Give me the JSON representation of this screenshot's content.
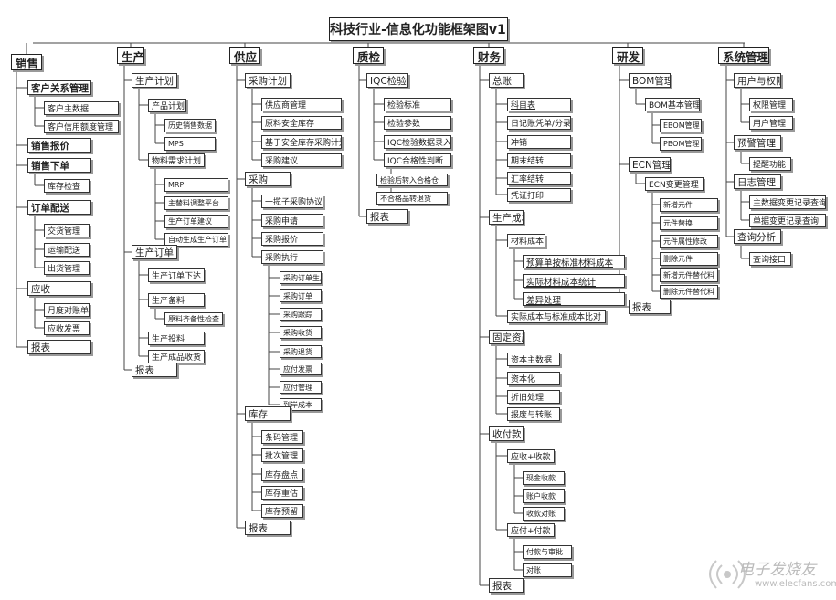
{
  "title": "高科技行业-信息化功能框架图v1.0",
  "columns": [
    {
      "label": "销售",
      "children": [
        {
          "label": "客户关系管理",
          "children": [
            {
              "label": "客户主数据"
            },
            {
              "label": "客户信用额度管理"
            }
          ]
        },
        {
          "label": "销售报价"
        },
        {
          "label": "销售下单",
          "children": [
            {
              "label": "库存检查"
            }
          ]
        },
        {
          "label": "订单配送",
          "children": [
            {
              "label": "交货管理"
            },
            {
              "label": "运输配送"
            },
            {
              "label": "出货管理"
            }
          ]
        },
        {
          "label": "应收",
          "children": [
            {
              "label": "月度对账单"
            },
            {
              "label": "应收发票"
            }
          ]
        },
        {
          "label": "报表"
        }
      ]
    },
    {
      "label": "生产",
      "children": [
        {
          "label": "生产计划",
          "children": [
            {
              "label": "产品计划",
              "children": [
                {
                  "label": "历史销售数据"
                },
                {
                  "label": "MPS"
                }
              ]
            },
            {
              "label": "物料需求计划",
              "children": [
                {
                  "label": "MRP"
                },
                {
                  "label": "主替料调整平台"
                },
                {
                  "label": "生产订单建议"
                },
                {
                  "label": "自动生成生产订单"
                }
              ]
            }
          ]
        },
        {
          "label": "生产订单",
          "children": [
            {
              "label": "生产订单下达"
            },
            {
              "label": "生产备料",
              "children": [
                {
                  "label": "原料齐备性检查"
                }
              ]
            },
            {
              "label": "生产投料"
            },
            {
              "label": "生产成品收货"
            }
          ]
        },
        {
          "label": "报表"
        }
      ]
    },
    {
      "label": "供应",
      "children": [
        {
          "label": "采购计划",
          "children": [
            {
              "label": "供应商管理"
            },
            {
              "label": "原料安全库存"
            },
            {
              "label": "基于安全库存采购计划"
            },
            {
              "label": "采购建议"
            }
          ]
        },
        {
          "label": "采购",
          "children": [
            {
              "label": "一揽子采购协议"
            },
            {
              "label": "采购申请"
            },
            {
              "label": "采购报价"
            },
            {
              "label": "采购执行",
              "children": [
                {
                  "label": "采购订单生成向导"
                },
                {
                  "label": "采购订单"
                },
                {
                  "label": "采购跟踪"
                },
                {
                  "label": "采购收货"
                },
                {
                  "label": "采购退货"
                },
                {
                  "label": "应付发票"
                },
                {
                  "label": "应付管理"
                },
                {
                  "label": "到岸成本"
                }
              ]
            }
          ]
        },
        {
          "label": "库存",
          "children": [
            {
              "label": "条码管理"
            },
            {
              "label": "批次管理"
            },
            {
              "label": "库存盘点"
            },
            {
              "label": "库存重估"
            },
            {
              "label": "库存预留"
            }
          ]
        },
        {
          "label": "报表"
        }
      ]
    },
    {
      "label": "质检",
      "children": [
        {
          "label": "IQC检验",
          "children": [
            {
              "label": "检验标准"
            },
            {
              "label": "检验参数"
            },
            {
              "label": "IQC检验数据录入"
            },
            {
              "label": "IQC合格性判断",
              "children": [
                {
                  "label": "检验后转入合格仓"
                },
                {
                  "label": "不合格品转退货"
                }
              ]
            }
          ]
        },
        {
          "label": "报表"
        }
      ]
    },
    {
      "label": "财务",
      "children": [
        {
          "label": "总账",
          "children": [
            {
              "label": "科目表"
            },
            {
              "label": "日记账凭单/分录"
            },
            {
              "label": "冲销"
            },
            {
              "label": "期末结转"
            },
            {
              "label": "汇率结转"
            },
            {
              "label": "凭证打印"
            }
          ]
        },
        {
          "label": "生产成本",
          "children": [
            {
              "label": "材料成本",
              "children": [
                {
                  "label": "预算单按标准材料成本"
                },
                {
                  "label": "实际材料成本统计"
                },
                {
                  "label": "差异处理"
                }
              ]
            },
            {
              "label": "实际成本与标准成本比对"
            }
          ]
        },
        {
          "label": "固定资产",
          "children": [
            {
              "label": "资本主数据"
            },
            {
              "label": "资本化"
            },
            {
              "label": "折旧处理"
            },
            {
              "label": "报废与转账"
            }
          ]
        },
        {
          "label": "收付款",
          "children": [
            {
              "label": "应收+收款",
              "children": [
                {
                  "label": "现金收款"
                },
                {
                  "label": "账户收款"
                },
                {
                  "label": "收款对账"
                }
              ]
            },
            {
              "label": "应付+付款",
              "children": [
                {
                  "label": "付款与审批"
                },
                {
                  "label": "对账"
                }
              ]
            }
          ]
        },
        {
          "label": "报表"
        }
      ]
    },
    {
      "label": "研发",
      "children": [
        {
          "label": "BOM管理",
          "children": [
            {
              "label": "BOM基本管理",
              "children": [
                {
                  "label": "EBOM管理"
                },
                {
                  "label": "PBOM管理"
                }
              ]
            }
          ]
        },
        {
          "label": "ECN管理",
          "children": [
            {
              "label": "ECN变更管理",
              "children": [
                {
                  "label": "新增元件"
                },
                {
                  "label": "元件替换"
                },
                {
                  "label": "元件属性修改"
                },
                {
                  "label": "删除元件"
                },
                {
                  "label": "新增元件替代料"
                },
                {
                  "label": "删除元件替代料"
                }
              ]
            }
          ]
        },
        {
          "label": "报表"
        }
      ]
    },
    {
      "label": "系统管理",
      "children": [
        {
          "label": "用户与权限",
          "children": [
            {
              "label": "权限管理"
            },
            {
              "label": "用户管理"
            }
          ]
        },
        {
          "label": "预警管理",
          "children": [
            {
              "label": "提醒功能"
            }
          ]
        },
        {
          "label": "日志管理",
          "children": [
            {
              "label": "主数据变更记录查询"
            },
            {
              "label": "单据变更记录查询"
            }
          ]
        },
        {
          "label": "查询分析",
          "children": [
            {
              "label": "查询接口"
            }
          ]
        }
      ]
    }
  ],
  "watermark": {
    "text": "电子发烧友",
    "url": "www.elecfans.com",
    "logo_icon": "signal-waves-icon"
  },
  "colors": {
    "line": "#444444",
    "border": "#333333",
    "shadow": "#999999"
  }
}
